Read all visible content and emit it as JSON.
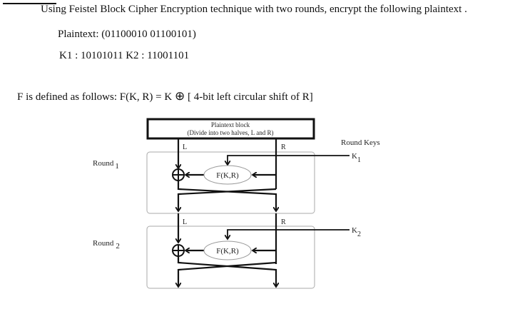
{
  "question": {
    "intro": "Using Feistel Block Cipher Encryption technique with two rounds, encrypt the following plaintext .",
    "plaintext": "Plaintext: (01100010 01100101)",
    "keys": "K1 : 10101011 K2 : 11001101",
    "f_def_prefix": "F is defined as follows: F(K, R) = K",
    "f_def_suffix": "[ 4-bit left circular shift of R]"
  },
  "diagram": {
    "block_line1": "Plaintext block",
    "block_line2": "(Divide into two halves, L and R)",
    "round_keys": "Round Keys",
    "L": "L",
    "R": "R",
    "round_label": "Round",
    "round1_sub": "1",
    "round2_sub": "2",
    "key_label": "K",
    "k1_sub": "1",
    "k2_sub": "2",
    "f_label": "F(K,R)"
  }
}
